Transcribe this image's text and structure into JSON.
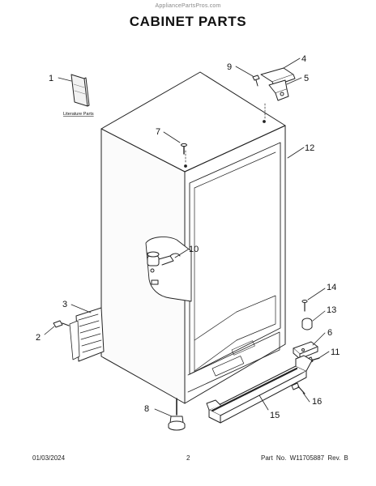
{
  "header": {
    "site": "AppliancePartsPros.com",
    "title": "CABINET PARTS"
  },
  "literature_label": "Literature Parts",
  "callouts": [
    "1",
    "2",
    "3",
    "4",
    "5",
    "6",
    "7",
    "8",
    "9",
    "10",
    "11",
    "12",
    "13",
    "14",
    "15",
    "16"
  ],
  "footer": {
    "date": "01/03/2024",
    "page": "2",
    "part_label": "Part No. W11705887 Rev. B"
  }
}
